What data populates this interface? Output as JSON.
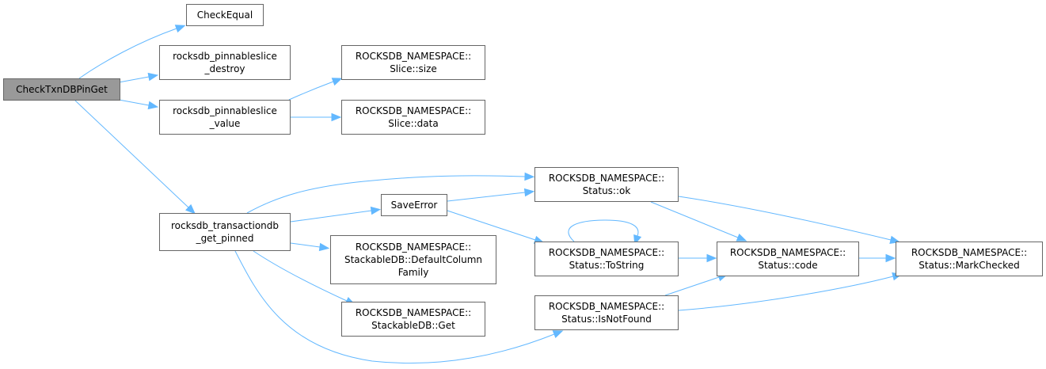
{
  "graph": {
    "colors": {
      "edge": "#63b8ff",
      "root_fill": "#999999",
      "node_border": "#666666",
      "node_fill": "#ffffff"
    },
    "nodes": [
      {
        "id": "root",
        "lines": [
          "CheckTxnDBPinGet"
        ]
      },
      {
        "id": "checkequal",
        "lines": [
          "CheckEqual"
        ]
      },
      {
        "id": "destroy",
        "lines": [
          "rocksdb_pinnableslice",
          "_destroy"
        ]
      },
      {
        "id": "value",
        "lines": [
          "rocksdb_pinnableslice",
          "_value"
        ]
      },
      {
        "id": "slicesize",
        "lines": [
          "ROCKSDB_NAMESPACE::",
          "Slice::size"
        ]
      },
      {
        "id": "slicedata",
        "lines": [
          "ROCKSDB_NAMESPACE::",
          "Slice::data"
        ]
      },
      {
        "id": "getpinned",
        "lines": [
          "rocksdb_transactiondb",
          "_get_pinned"
        ]
      },
      {
        "id": "saveerror",
        "lines": [
          "SaveError"
        ]
      },
      {
        "id": "defaultcf",
        "lines": [
          "ROCKSDB_NAMESPACE::",
          "StackableDB::DefaultColumn",
          "Family"
        ]
      },
      {
        "id": "sdbget",
        "lines": [
          "ROCKSDB_NAMESPACE::",
          "StackableDB::Get"
        ]
      },
      {
        "id": "statusok",
        "lines": [
          "ROCKSDB_NAMESPACE::",
          "Status::ok"
        ]
      },
      {
        "id": "tostring",
        "lines": [
          "ROCKSDB_NAMESPACE::",
          "Status::ToString"
        ]
      },
      {
        "id": "isnotfound",
        "lines": [
          "ROCKSDB_NAMESPACE::",
          "Status::IsNotFound"
        ]
      },
      {
        "id": "code",
        "lines": [
          "ROCKSDB_NAMESPACE::",
          "Status::code"
        ]
      },
      {
        "id": "markchecked",
        "lines": [
          "ROCKSDB_NAMESPACE::",
          "Status::MarkChecked"
        ]
      }
    ],
    "edges": [
      [
        "root",
        "checkequal"
      ],
      [
        "root",
        "destroy"
      ],
      [
        "root",
        "value"
      ],
      [
        "root",
        "getpinned"
      ],
      [
        "value",
        "slicesize"
      ],
      [
        "value",
        "slicedata"
      ],
      [
        "getpinned",
        "statusok"
      ],
      [
        "getpinned",
        "saveerror"
      ],
      [
        "getpinned",
        "defaultcf"
      ],
      [
        "getpinned",
        "sdbget"
      ],
      [
        "getpinned",
        "isnotfound"
      ],
      [
        "saveerror",
        "statusok"
      ],
      [
        "saveerror",
        "tostring"
      ],
      [
        "statusok",
        "code"
      ],
      [
        "statusok",
        "markchecked"
      ],
      [
        "tostring",
        "tostring"
      ],
      [
        "tostring",
        "code"
      ],
      [
        "code",
        "markchecked"
      ],
      [
        "isnotfound",
        "code"
      ],
      [
        "isnotfound",
        "markchecked"
      ]
    ]
  }
}
